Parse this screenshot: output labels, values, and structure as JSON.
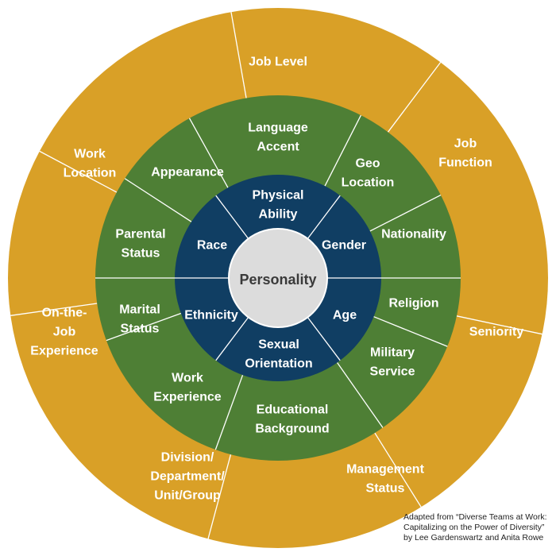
{
  "colors": {
    "outer": "#d9a027",
    "middle": "#4e7f35",
    "inner": "#103e63",
    "core": "#dcdcdc",
    "divider": "#ffffff"
  },
  "core": {
    "label": "Personality"
  },
  "inner_ring": [
    {
      "lines": [
        "Physical",
        "Ability"
      ]
    },
    {
      "lines": [
        "Gender"
      ]
    },
    {
      "lines": [
        "Age"
      ]
    },
    {
      "lines": [
        "Sexual",
        "Orientation"
      ]
    },
    {
      "lines": [
        "Ethnicity"
      ]
    },
    {
      "lines": [
        "Race"
      ]
    }
  ],
  "middle_ring": [
    {
      "lines": [
        "Language",
        "Accent"
      ]
    },
    {
      "lines": [
        "Geo",
        "Location"
      ]
    },
    {
      "lines": [
        "Nationality"
      ]
    },
    {
      "lines": [
        "Religion"
      ]
    },
    {
      "lines": [
        "Military",
        "Service"
      ]
    },
    {
      "lines": [
        "Educational",
        "Background"
      ]
    },
    {
      "lines": [
        "Work",
        "Experience"
      ]
    },
    {
      "lines": [
        "Marital",
        "Status"
      ]
    },
    {
      "lines": [
        "Parental",
        "Status"
      ]
    },
    {
      "lines": [
        "Appearance"
      ]
    }
  ],
  "outer_ring": [
    {
      "lines": [
        "Job Level"
      ]
    },
    {
      "lines": [
        "Job",
        "Function"
      ]
    },
    {
      "lines": [
        "Seniority"
      ]
    },
    {
      "lines": [
        "Management",
        "Status"
      ]
    },
    {
      "lines": [
        "Division/",
        "Department/",
        "Unit/Group"
      ]
    },
    {
      "lines": [
        "On-the-",
        "Job",
        "Experience"
      ]
    },
    {
      "lines": [
        "Work",
        "Location"
      ]
    }
  ],
  "credit": {
    "line1": "Adapted from “Diverse Teams at Work:",
    "line2": "Capitalizing on the Power of Diversity”",
    "line3": "by Lee Gardenswartz and Anita Rowe"
  }
}
